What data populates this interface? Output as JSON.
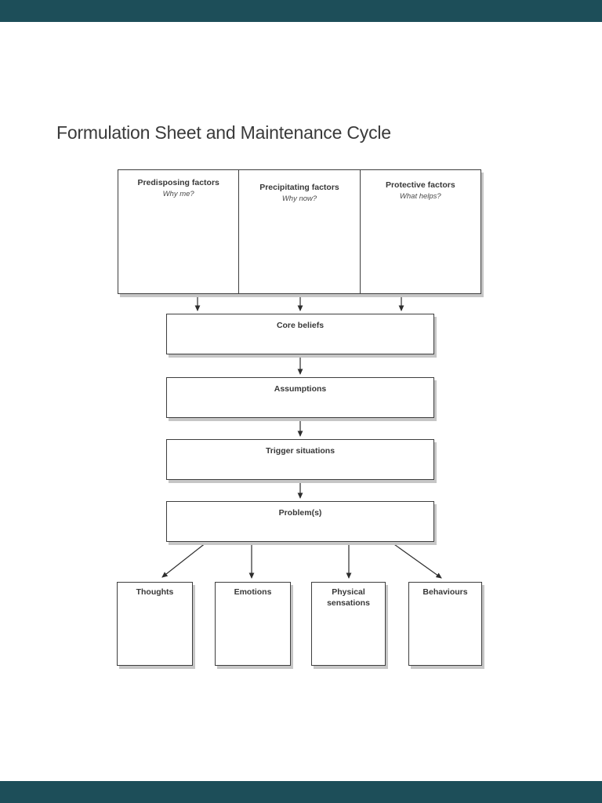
{
  "viewer": {
    "letterbox_color": "#1d4e59"
  },
  "page": {
    "title": "Formulation Sheet and Maintenance Cycle"
  },
  "top_row": {
    "boxes": [
      {
        "heading": "Predisposing factors",
        "subtext": "Why me?"
      },
      {
        "heading": "Precipitating factors",
        "subtext": "Why now?"
      },
      {
        "heading": "Protective factors",
        "subtext": "What helps?"
      }
    ]
  },
  "flow": [
    {
      "label": "Core beliefs"
    },
    {
      "label": "Assumptions"
    },
    {
      "label": "Trigger situations"
    },
    {
      "label": "Problem(s)"
    }
  ],
  "outcomes": [
    {
      "label": "Thoughts"
    },
    {
      "label": "Emotions"
    },
    {
      "label": "Physical sensations"
    },
    {
      "label": "Behaviours"
    }
  ],
  "colors": {
    "page_bg": "#ffffff",
    "box_border": "#3e3e3e",
    "text": "#3a3a3a",
    "shadow": "#c6c6c6",
    "arrow": "#2d2d2d"
  }
}
